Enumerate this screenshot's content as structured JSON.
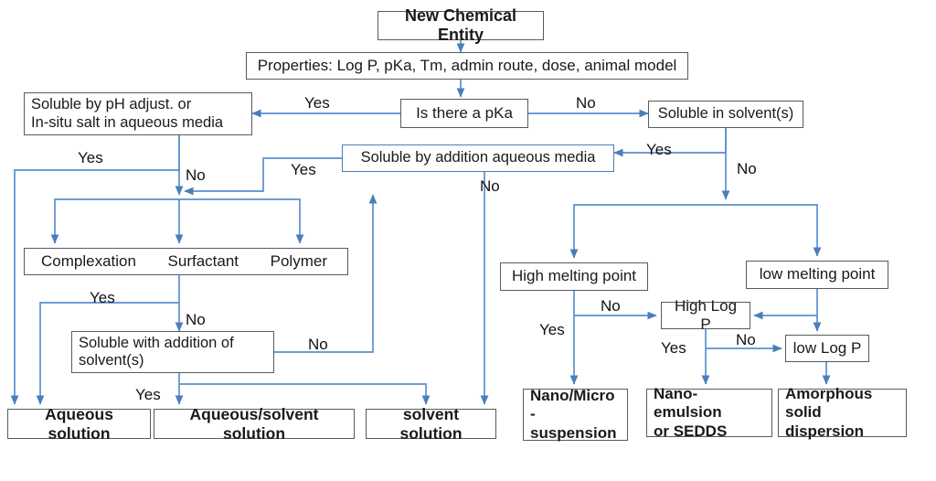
{
  "diagram": {
    "title": "New Chemical Entity solubility decision flowchart",
    "colors": {
      "box_border": "#5a5a5a",
      "blue_border": "#4a7ebb",
      "connector": "#4a7ebb",
      "text": "#1a1a1a",
      "background": "#ffffff"
    }
  },
  "nodes": {
    "new_chemical_entity": "New Chemical Entity",
    "properties": "Properties: Log P, pKa, Tm, admin route, dose, animal model",
    "is_there_pka": "Is there a pKa",
    "soluble_ph_adjust": "Soluble by pH adjust. or\nIn-situ salt in aqueous media",
    "soluble_in_solvents": "Soluble in solvent(s)",
    "soluble_addition_aqueous": "Soluble by addition aqueous media",
    "excipients": {
      "complexation": "Complexation",
      "surfactant": "Surfactant",
      "polymer": "Polymer"
    },
    "soluble_with_addition_solvents": "Soluble with addition of\nsolvent(s)",
    "aqueous_solution": "Aqueous solution",
    "aqueous_solvent_solution": "Aqueous/solvent solution",
    "solvent_solution": "solvent solution",
    "high_melting_point": "High melting point",
    "low_melting_point": "low melting point",
    "high_log_p": "High Log P",
    "low_log_p": "low Log P",
    "nano_micro_suspension": "Nano/Micro\n-suspension",
    "nano_emulsion_sedds": "Nano-emulsion\nor SEDDS",
    "amorphous_solid_dispersion": "Amorphous\nsolid dispersion"
  },
  "edge_labels": {
    "pka_yes": "Yes",
    "pka_no": "No",
    "ph_yes": "Yes",
    "ph_no": "No",
    "solvents_yes": "Yes",
    "solvents_no": "No",
    "aqueous_add_yes": "Yes",
    "aqueous_add_no": "No",
    "excipient_yes": "Yes",
    "excipient_no": "No",
    "add_solvent_yes": "Yes",
    "add_solvent_no": "No",
    "hmp_yes": "Yes",
    "hmp_no": "No",
    "logp_yes": "Yes",
    "logp_no": "No"
  }
}
